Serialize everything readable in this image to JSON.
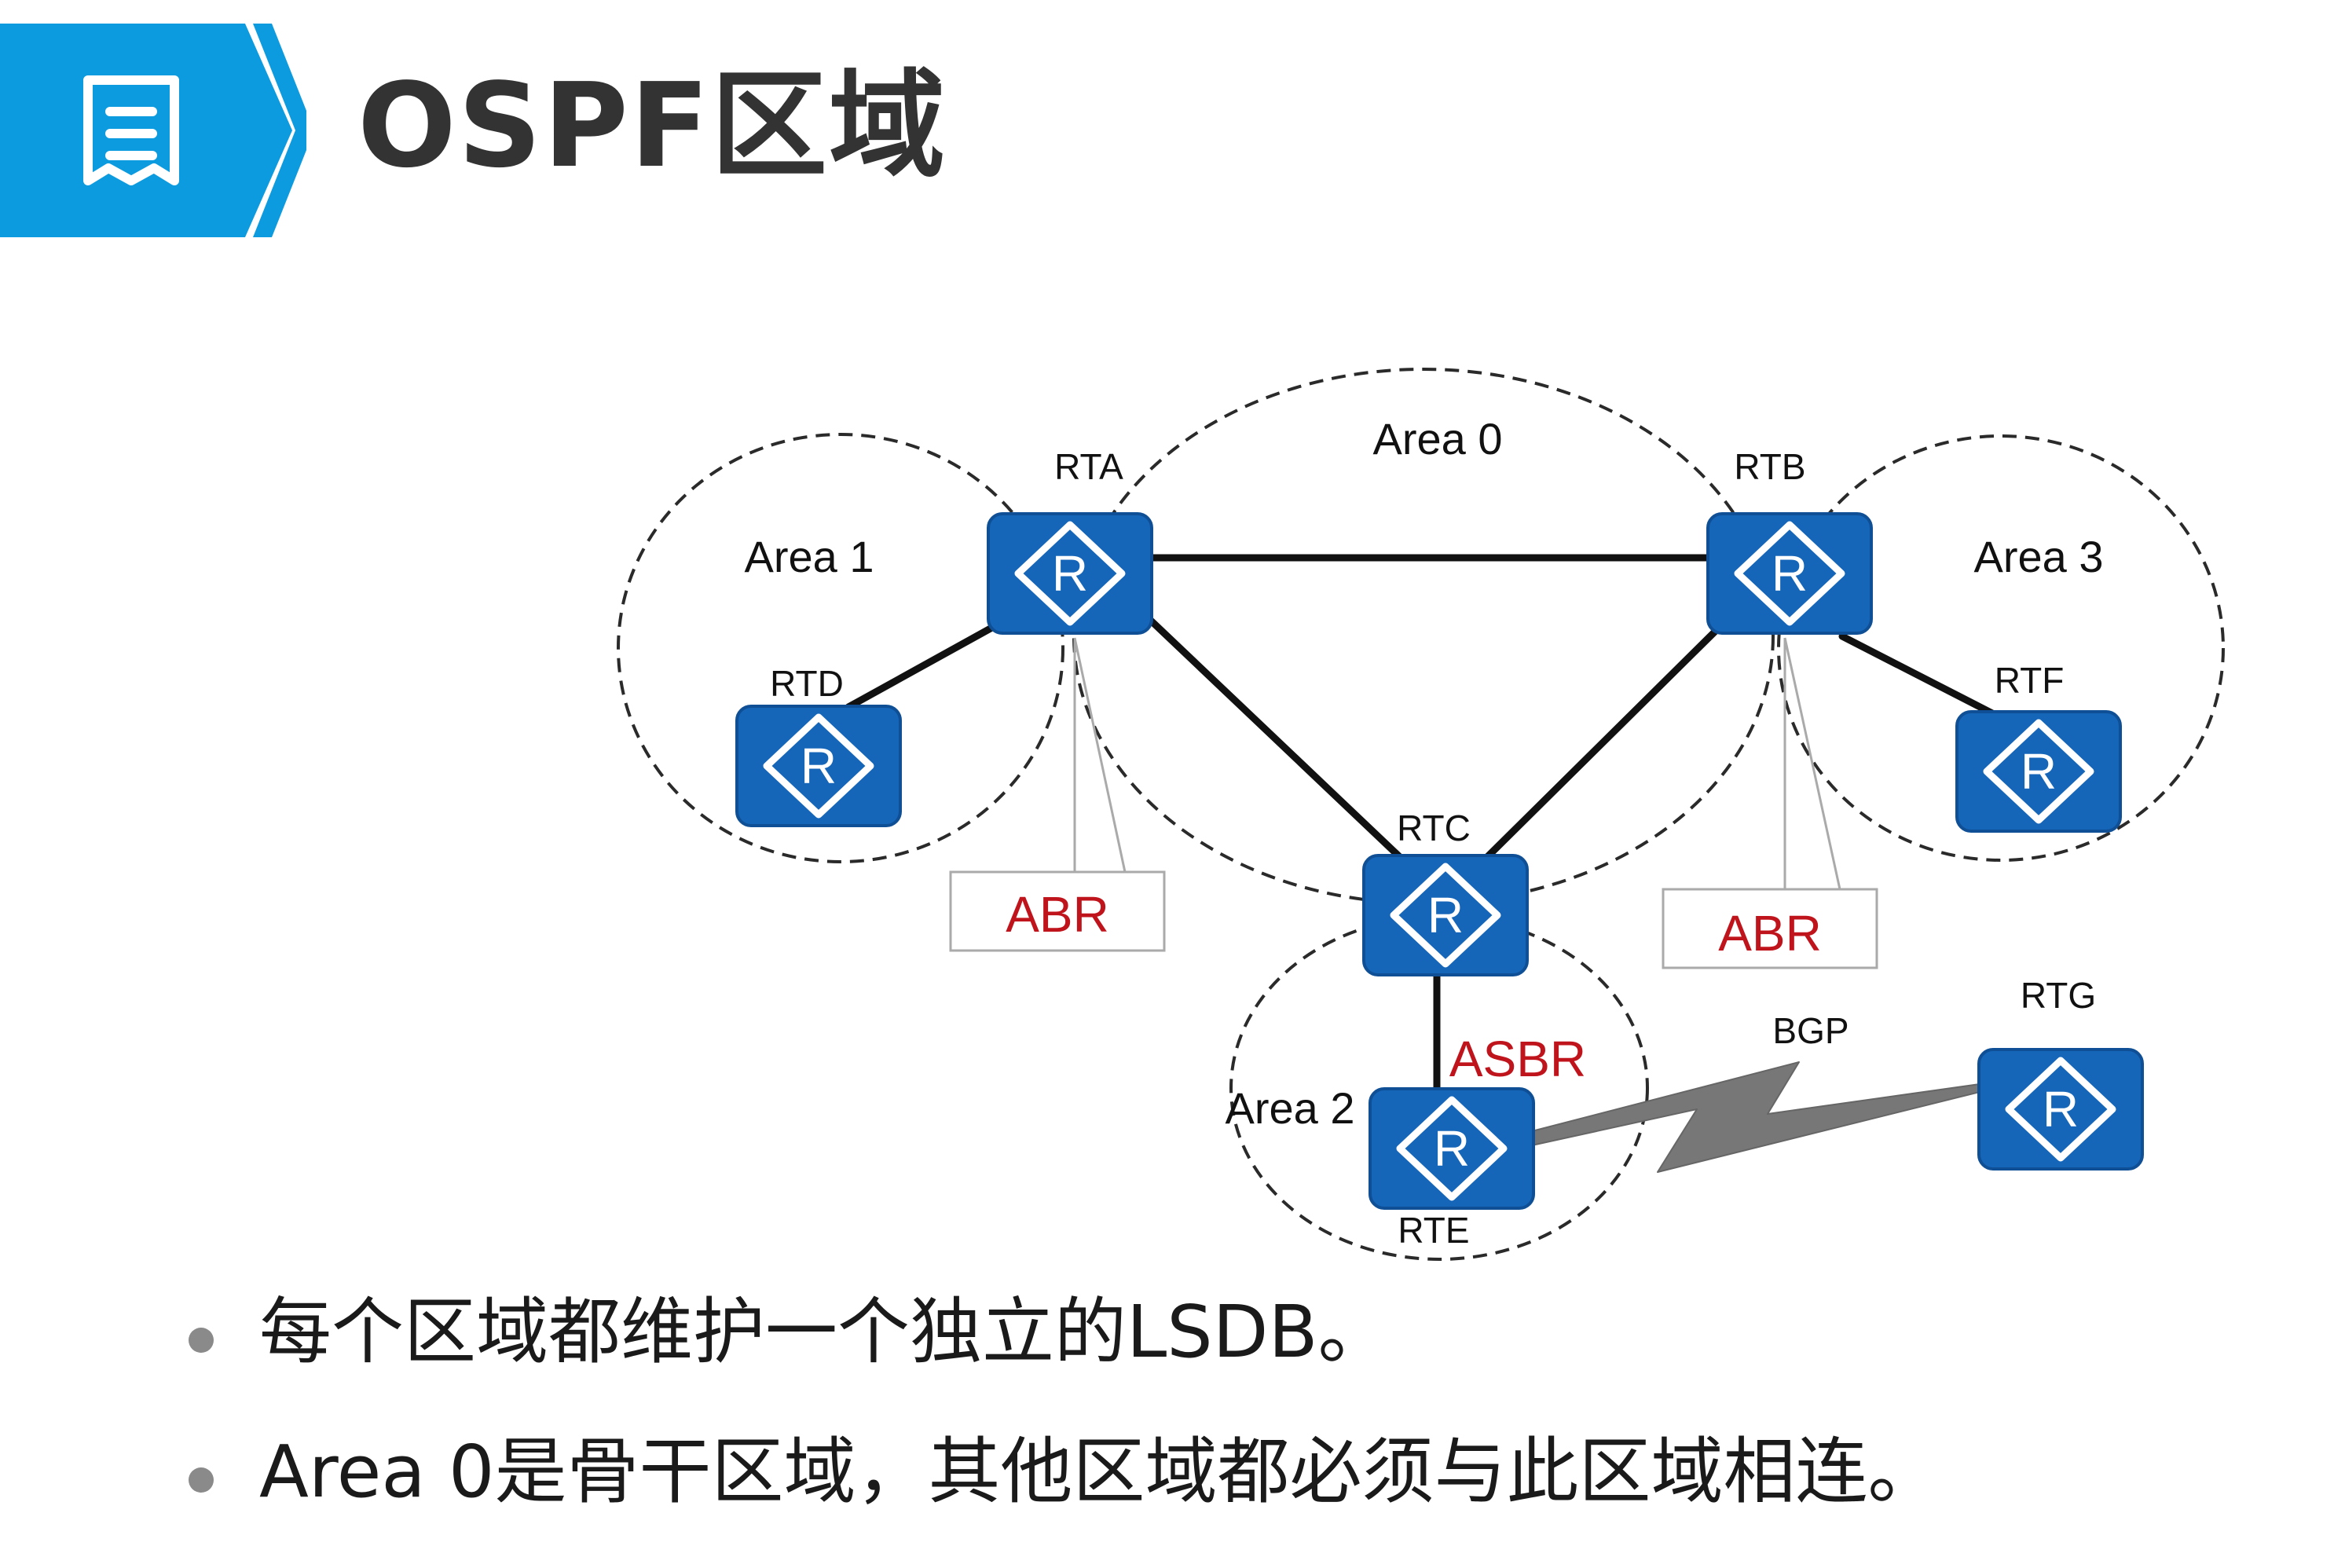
{
  "title": "OSPF区域",
  "header": {
    "icon": "document-list-icon",
    "accent_color": "#0d9be0"
  },
  "diagram": {
    "areas": [
      {
        "id": "area0",
        "label": "Area 0"
      },
      {
        "id": "area1",
        "label": "Area 1"
      },
      {
        "id": "area2",
        "label": "Area 2"
      },
      {
        "id": "area3",
        "label": "Area 3"
      }
    ],
    "routers": [
      {
        "id": "RTA",
        "label": "RTA"
      },
      {
        "id": "RTB",
        "label": "RTB"
      },
      {
        "id": "RTC",
        "label": "RTC"
      },
      {
        "id": "RTD",
        "label": "RTD"
      },
      {
        "id": "RTE",
        "label": "RTE"
      },
      {
        "id": "RTF",
        "label": "RTF"
      },
      {
        "id": "RTG",
        "label": "RTG"
      }
    ],
    "router_glyph": "R",
    "router_icon": "router-icon",
    "router_color": "#1565b8",
    "roles": [
      {
        "router": "RTA",
        "label": "ABR"
      },
      {
        "router": "RTB",
        "label": "ABR"
      },
      {
        "router": "RTE",
        "label": "ASBR"
      }
    ],
    "role_color": "#c0141c",
    "links": [
      {
        "from": "RTA",
        "to": "RTB"
      },
      {
        "from": "RTA",
        "to": "RTC"
      },
      {
        "from": "RTB",
        "to": "RTC"
      },
      {
        "from": "RTA",
        "to": "RTD"
      },
      {
        "from": "RTB",
        "to": "RTF"
      },
      {
        "from": "RTC",
        "to": "RTE"
      },
      {
        "from": "RTE",
        "to": "RTG",
        "type": "serial",
        "label": "BGP"
      }
    ]
  },
  "bullets": [
    "每个区域都维护一个独立的LSDB。",
    "Area 0是骨干区域，其他区域都必须与此区域相连。"
  ]
}
